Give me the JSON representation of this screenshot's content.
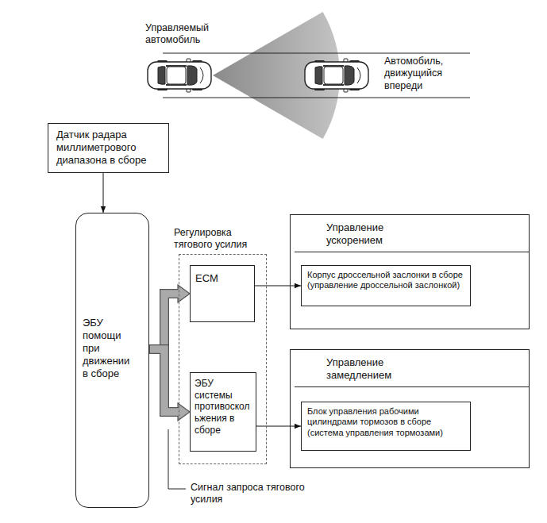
{
  "diagram": {
    "nodes": [
      {
        "text": [
          "Датчик радара миллиметрового диапазона в сборе"
        ]
      },
      {
        "text": [
          "ЭБУ помощи при движении в сборе"
        ]
      },
      {
        "text": [
          "Регулировка тягового усилия"
        ]
      },
      {
        "text": [
          "ECM"
        ],
        "in": 2
      },
      {
        "text": [
          "ЭБУ системы противоскол ьжения в сборе"
        ],
        "in": 2
      },
      {
        "text": [
          "Управление ускорением"
        ]
      },
      {
        "text": [
          "Корпус дроссельной заслонки в сборе (управление дроссельной заслонкой)"
        ],
        "in": 5
      },
      {
        "text": [
          "Управление замедлением"
        ]
      },
      {
        "text": [
          "Блок управления рабочими цилиндрами тормозов в сборе (система управления тормозами)"
        ],
        "in": 7
      }
    ],
    "edges": [
      {
        "from": 0,
        "to": 1,
        "arrow": "to"
      },
      {
        "from": 1,
        "to": 3,
        "arrow": "to"
      },
      {
        "from": 1,
        "to": 4,
        "arrow": "to"
      },
      {
        "from": 3,
        "to": 6,
        "arrow": "to"
      },
      {
        "from": 4,
        "to": 8,
        "arrow": "to"
      }
    ],
    "labels": [
      "Управляемый автомобиль",
      "Автомобиль, движущийся впереди",
      "Сигнал запроса тягового усилия"
    ]
  }
}
